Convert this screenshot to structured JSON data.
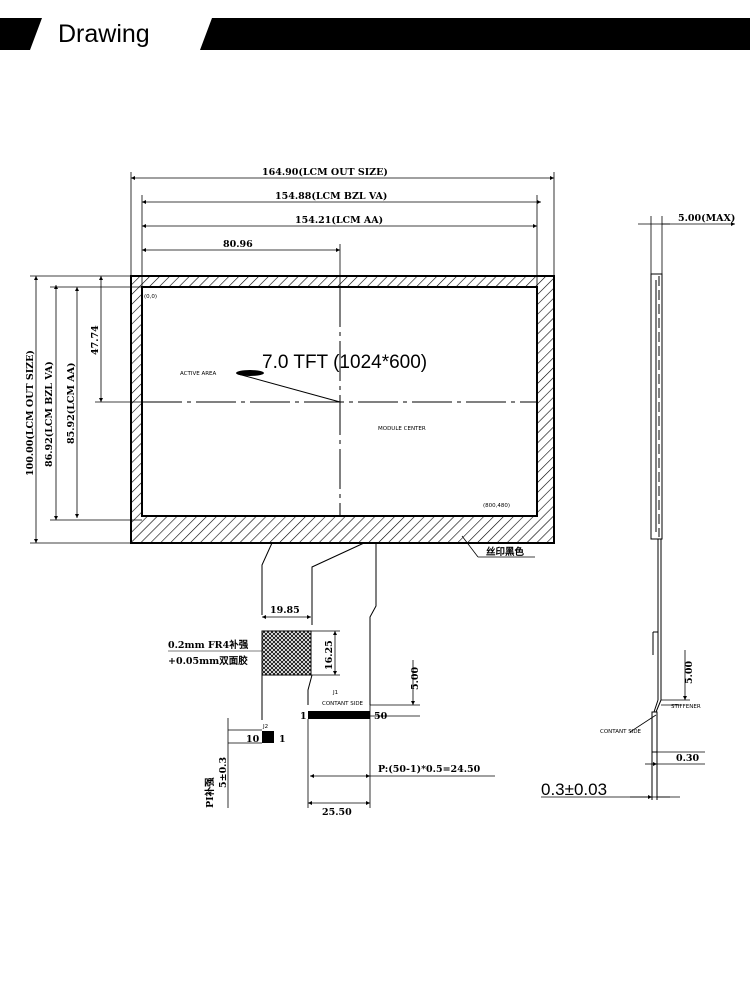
{
  "header": {
    "title": "Drawing"
  },
  "drawing": {
    "product_title": "7.0 TFT  (1024*600)",
    "dims": {
      "lcm_out_width": "164.90(LCM OUT SIZE)",
      "bzl_va_width": "154.88(LCM BZL VA)",
      "aa_width": "154.21(LCM AA)",
      "center_x": "80.96",
      "lcm_out_height": "100.00(LCM OUT SIZE)",
      "bzl_va_height": "86.92(LCM BZL VA)",
      "aa_height": "85.92(LCM AA)",
      "center_y": "47.74",
      "stiffener_w": "19.85",
      "stiffener_h": "16.25",
      "fpc_to_conn": "5.00",
      "pitch": "P:(50-1)*0.5=24.50",
      "conn_width": "25.50",
      "side_max": "5.00(MAX)",
      "side_5": "5.00",
      "side_030": "0.30",
      "thickness": "0.3±0.03",
      "pi_stiffener": "PI补强",
      "pi_size": "5±0.3"
    },
    "labels": {
      "origin": "(0,0)",
      "corner": "(800,480)",
      "active_area": "ACTIVE AREA",
      "module_center": "MODULE CENTER",
      "tape_note": "丝印黑色",
      "fr4_note": "0.2mm FR4补强",
      "tape2_note": "+0.05mm双面胶",
      "contact_side": "CONTANT SIDE",
      "contact_side_2": "CONTANT SIDE",
      "stiffener": "STIFFENER",
      "j1": "J1",
      "j2": "J2",
      "pin1": "1",
      "pin50": "50",
      "j2_pin10": "10",
      "j2_pin1": "1"
    }
  }
}
